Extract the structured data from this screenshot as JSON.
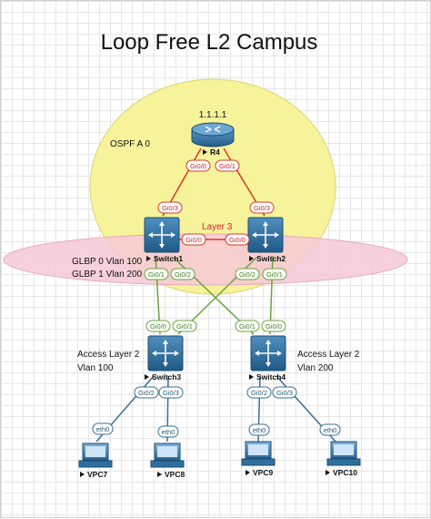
{
  "title": "Loop Free L2 Campus",
  "colors": {
    "ospf_area": "#f6f39a",
    "layer3_band": "#f6c8d7",
    "layer3_link": "#d73a2a",
    "layer2_link": "#6aa33e",
    "trunk_link": "#3a6f93",
    "device_blue": "#2f6f9e"
  },
  "labels": {
    "router_ip": "1.1.1.1",
    "ospf": "OSPF A 0",
    "layer3": "Layer 3",
    "glbp0": "GLBP 0 Vlan 100",
    "glbp1": "GLBP 1 Vlan 200",
    "access_left_1": "Access Layer 2",
    "access_left_2": "Vlan 100",
    "access_right_1": "Access Layer 2",
    "access_right_2": "Vlan 200"
  },
  "devices": {
    "router": "R4",
    "switch1": "Switch1",
    "switch2": "Switch2",
    "switch3": "Switch3",
    "switch4": "Switch4",
    "vpc7": "VPC7",
    "vpc8": "VPC8",
    "vpc9": "VPC9",
    "vpc10": "VPC10"
  },
  "ports": {
    "r4_gi00": "Gi0/0",
    "r4_gi01": "Gi0/1",
    "s1_gi03": "Gi0/3",
    "s2_gi03": "Gi0/3",
    "s1_gi00": "Gi0/0",
    "s2_gi00": "Gi0/0",
    "s1_gi01": "Gi0/1",
    "s1_gi02": "Gi0/2",
    "s2_gi02": "Gi0/2",
    "s2_gi01": "Gi0/1",
    "s3_gi00": "Gi0/0",
    "s3_gi01": "Gi0/1",
    "s4_gi01": "Gi0/1",
    "s4_gi00": "Gi0/0",
    "s3_gi02": "Gi0/2",
    "s3_gi03": "Gi0/3",
    "s4_gi02": "Gi0/2",
    "s4_gi03": "Gi0/3",
    "vpc7_eth0": "eth0",
    "vpc8_eth0": "eth0",
    "vpc9_eth0": "eth0",
    "vpc10_eth0": "eth0"
  }
}
